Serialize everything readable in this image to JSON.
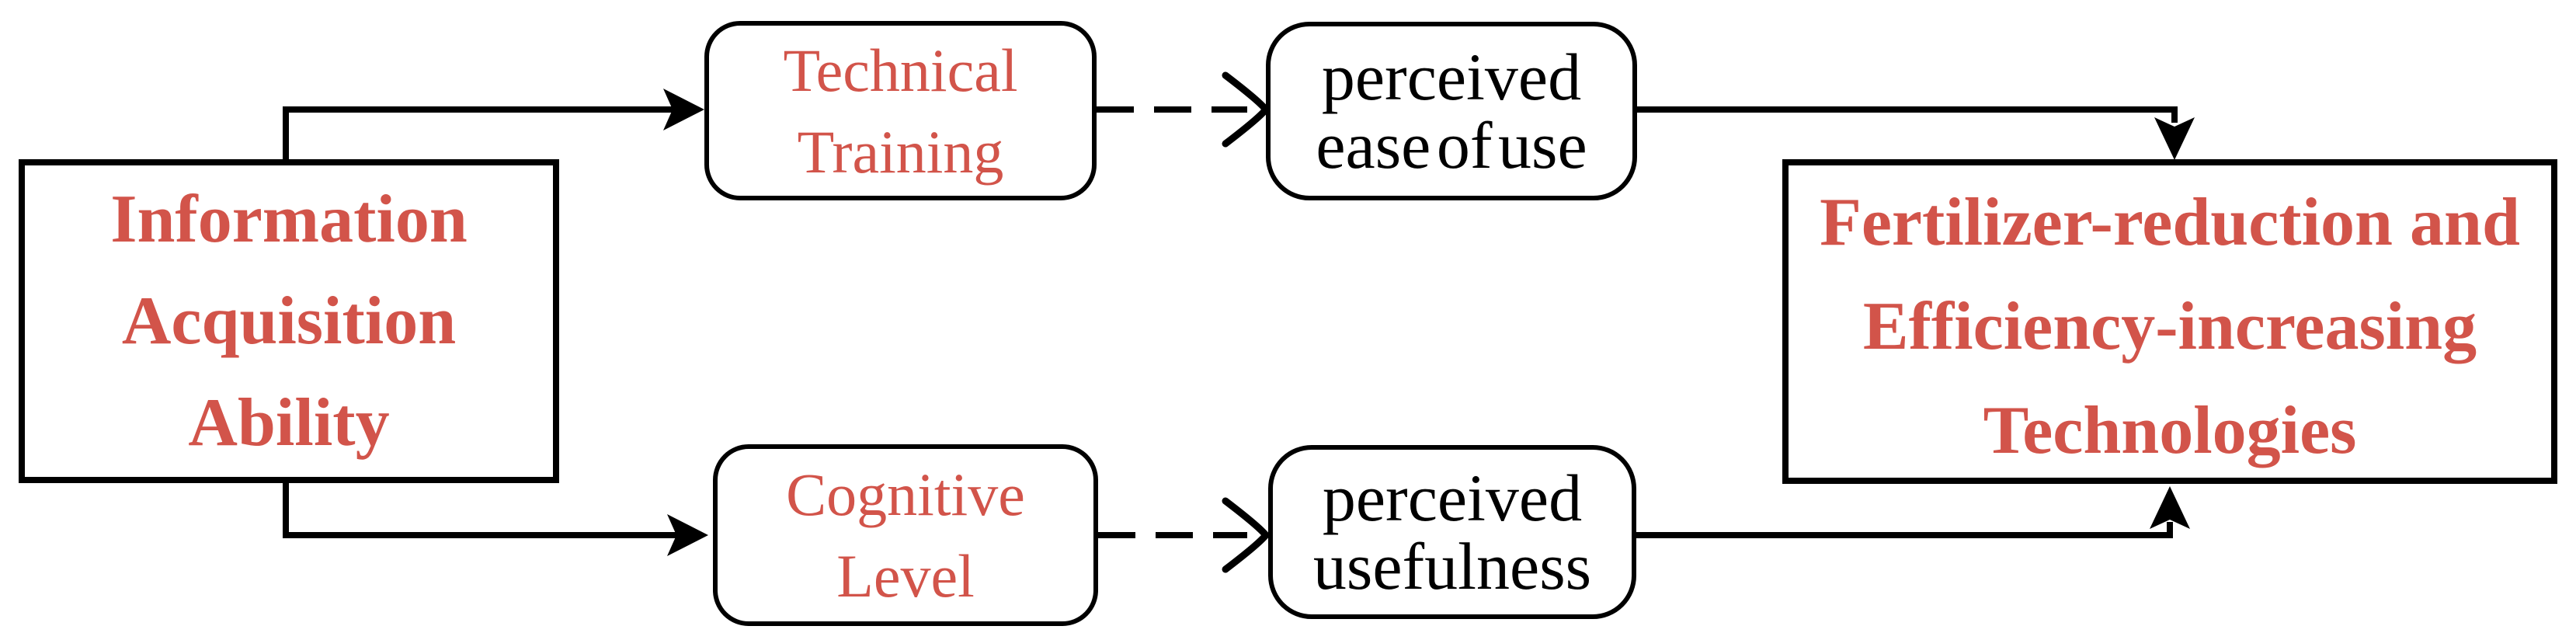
{
  "diagram": {
    "colors": {
      "accent_red": "#d2544a",
      "line_black": "#000000",
      "background": "#ffffff"
    },
    "nodes": {
      "information_acquisition_ability": {
        "shape": "rectangle",
        "text_color": "red",
        "lines": [
          "Information",
          "Acquisition",
          "Ability"
        ]
      },
      "technical_training": {
        "shape": "rounded",
        "text_color": "red",
        "lines": [
          "Technical",
          "Training"
        ]
      },
      "perceived_ease_of_use": {
        "shape": "rounded",
        "text_color": "black",
        "lines": [
          "perceived",
          "ease of use"
        ]
      },
      "cognitive_level": {
        "shape": "rounded",
        "text_color": "red",
        "lines": [
          "Cognitive",
          "Level"
        ]
      },
      "perceived_usefulness": {
        "shape": "rounded",
        "text_color": "black",
        "lines": [
          "perceived",
          "usefulness"
        ]
      },
      "fertilizer_reduction_technologies": {
        "shape": "rectangle",
        "text_color": "red",
        "lines": [
          "Fertilizer-reduction and",
          "Efficiency-increasing",
          "Technologies"
        ]
      }
    },
    "edges": [
      {
        "from": "information_acquisition_ability",
        "to": "technical_training",
        "style": "solid-elbow",
        "arrowhead": "filled"
      },
      {
        "from": "information_acquisition_ability",
        "to": "cognitive_level",
        "style": "solid-elbow",
        "arrowhead": "filled"
      },
      {
        "from": "technical_training",
        "to": "perceived_ease_of_use",
        "style": "dashed",
        "arrowhead": "open"
      },
      {
        "from": "cognitive_level",
        "to": "perceived_usefulness",
        "style": "dashed",
        "arrowhead": "open"
      },
      {
        "from": "perceived_ease_of_use",
        "to": "fertilizer_reduction_technologies",
        "style": "solid-elbow",
        "arrowhead": "filled"
      },
      {
        "from": "perceived_usefulness",
        "to": "fertilizer_reduction_technologies",
        "style": "solid-elbow",
        "arrowhead": "filled"
      }
    ]
  }
}
